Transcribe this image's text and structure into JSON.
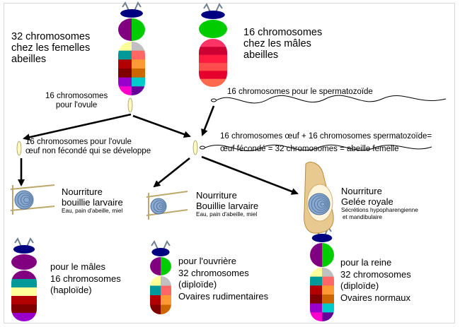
{
  "top_left": {
    "line1": "32 chromosomes",
    "line2": "chez les femelles",
    "line3": "abeilles"
  },
  "top_right": {
    "line1": "16 chromosomes",
    "line2": "chez les mâles",
    "line3": "abeilles"
  },
  "ovule_label": {
    "line1": "16 chromosomes",
    "line2": "pour l'ovule"
  },
  "sperm_label": "16 chromosomes pour le spermatozoïde",
  "unfertilized": {
    "line1": "16 chromosomes pour l'ovule",
    "line2": "œuf non fécondé qui se développe"
  },
  "fertilized": {
    "line1": "16 chromosomes œuf + 16 chromosomes spermatozoïde=",
    "line2": "œuf fécondé = 32 chromosomes = abeille femelle"
  },
  "food_male": {
    "title1": "Nourriture",
    "title2": "bouillie larvaire",
    "detail": "Eau, pain d'abeille, miel"
  },
  "food_worker": {
    "title1": "Nourriture",
    "title2": "Bouillie larvaire",
    "detail": "Eau, pain d'abeille, miel"
  },
  "food_queen": {
    "title1": "Nourriture",
    "title2": "Gelée royale",
    "detail1": "Sécrétions hypopharengienne",
    "detail2": "et mandibulaire"
  },
  "male_result": {
    "line1": "pour le mâles",
    "line2": "16 chromosomes",
    "line3": "(haploïde)"
  },
  "worker_result": {
    "line1": "pour l'ouvrière",
    "line2": "32 chromosomes",
    "line3": "(diploïde)",
    "line4": "Ovaires rudimentaires"
  },
  "queen_result": {
    "line1": "pour la reine",
    "line2": "32 chromosomes",
    "line3": "(diploïde)",
    "line4": "Ovaires normaux"
  },
  "colors": {
    "head": "#000080",
    "antenna": "#6d7f91",
    "purple": "#800080",
    "green": "#00cc00",
    "male_chromosomes": [
      "#ff3366",
      "#cc0033",
      "#ff1a40",
      "#ff4d4d",
      "#e6002e",
      "#ff6a4d"
    ],
    "male_offspring_chromosomes": [
      "#800080",
      "#009999",
      "#ffff99",
      "#b30000",
      "#800000",
      "#9900cc"
    ],
    "female_left": [
      "#ffff99",
      "#009999",
      "#b30000",
      "#800000",
      "#9900cc",
      "#ff00cc"
    ],
    "female_right": [
      "#c0c0c0",
      "#ff6666",
      "#ff9933",
      "#cc6600",
      "#00cccc",
      "#660099"
    ],
    "larva": "#8aa9cf",
    "cell": "#f2e6b3",
    "royal_cell": "#e8c98f",
    "egg": "#fff8c0"
  }
}
